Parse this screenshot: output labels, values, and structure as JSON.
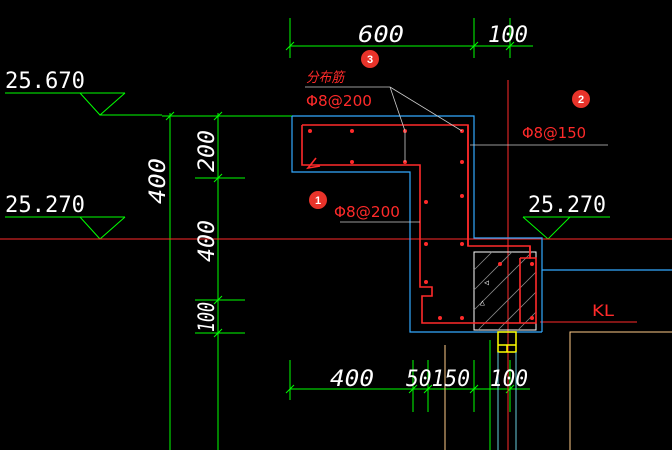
{
  "dimensions": {
    "top_600": "600",
    "top_100": "100",
    "bottom_400": "400",
    "bottom_50150": "50150",
    "bottom_100": "100",
    "left_400": "400",
    "left_200": "200",
    "left_400b": "400",
    "left_100": "100"
  },
  "elevations": {
    "upper_left": "25.670",
    "lower_left": "25.270",
    "right": "25.270"
  },
  "rebar_labels": {
    "distribution": "分布筋",
    "dist_spec": "Φ8@200",
    "top_spec": "Φ8@150",
    "bottom_spec": "Φ8@200"
  },
  "beam_label": "KL",
  "markers": [
    "1",
    "2",
    "3"
  ],
  "colors": {
    "background": "#000000",
    "dimension_line": "#00ff00",
    "concrete_outline": "#33aaff",
    "rebar": "#ff2a2a",
    "text_white": "#ffffff",
    "marker_fill": "#e8332a",
    "yellow_detail": "#ffff00",
    "leader_line": "#cccccc",
    "beam_outline": "#ffcc88"
  }
}
